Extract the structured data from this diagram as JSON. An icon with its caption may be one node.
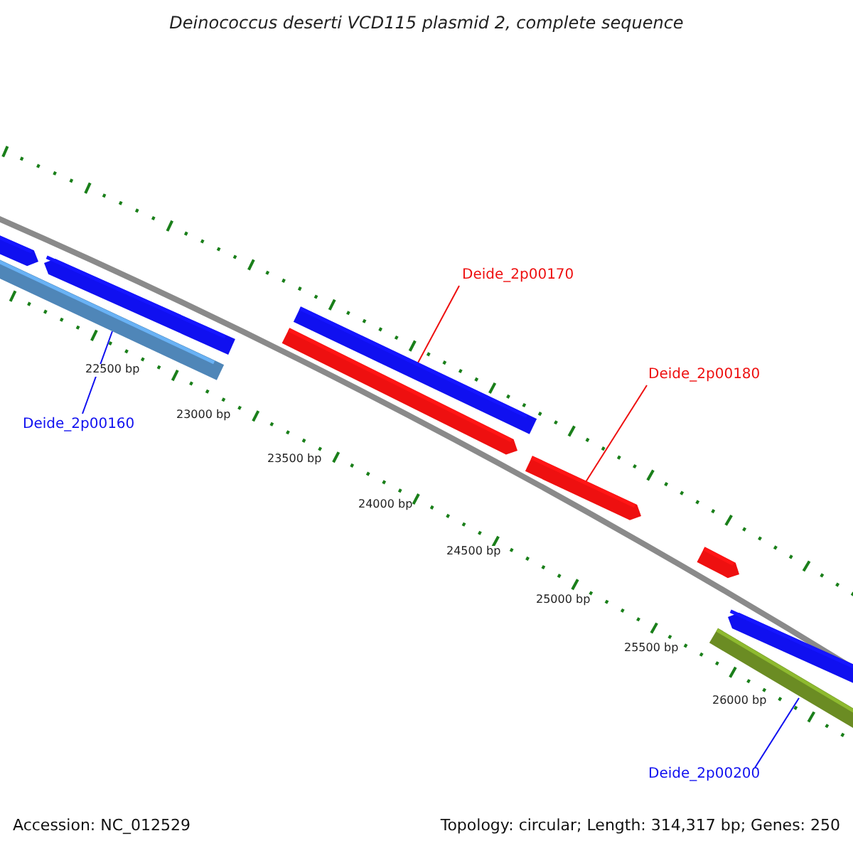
{
  "diagram": {
    "title": "Deinococcus deserti VCD115 plasmid 2, complete sequence",
    "nodes": [
      {
        "text": [
          "Deide_2p00170"
        ]
      },
      {
        "text": [
          "Deide_2p00180"
        ]
      },
      {
        "text": [
          "Deide_2p00160"
        ]
      },
      {
        "text": [
          "Deide_2p00200"
        ]
      },
      {
        "text": [],
        "shape": "bar"
      },
      {
        "text": [],
        "shape": "bar"
      },
      {
        "text": [],
        "shape": "bar"
      },
      {
        "text": [],
        "shape": "bar"
      },
      {
        "text": [],
        "shape": "bar"
      },
      {
        "text": [],
        "shape": "bar"
      },
      {
        "text": [],
        "shape": "bar"
      },
      {
        "text": [],
        "shape": "bar"
      },
      {
        "text": [],
        "shape": "bar"
      }
    ],
    "edges": [
      {
        "from": 0,
        "to": 8,
        "arrow": "none"
      },
      {
        "from": 1,
        "to": 9,
        "arrow": "none"
      },
      {
        "from": 2,
        "to": 5,
        "arrow": "none",
        "color": "#1010f0"
      },
      {
        "from": 3,
        "to": 11,
        "arrow": "none",
        "color": "#1010f0"
      }
    ],
    "labels": [
      "22500 bp",
      "23000 bp",
      "23500 bp",
      "24000 bp",
      "24500 bp",
      "25000 bp",
      "25500 bp",
      "26000 bp",
      "Accession: NC_012529",
      "Topology: circular; Length: 314,317 bp; Genes: 250"
    ]
  }
}
